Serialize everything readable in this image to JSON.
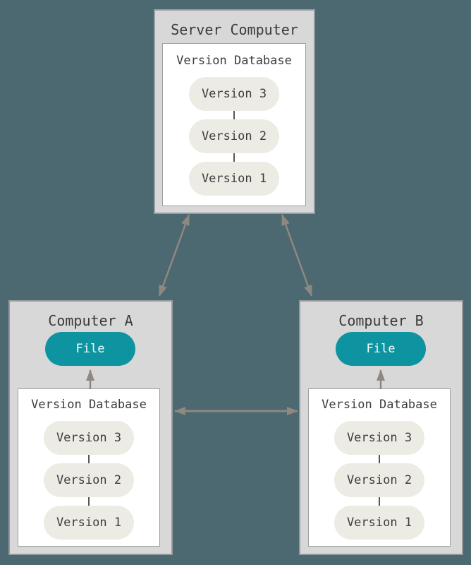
{
  "background_color": "#4c6870",
  "colors": {
    "machine_fill": "#d8d8d8",
    "machine_border": "#989b9e",
    "database_fill": "#ffffff",
    "database_border": "#9e9e9e",
    "version_pill_fill": "#ecece4",
    "file_pill_fill": "#0e94a0",
    "file_pill_text": "#fafafa",
    "text": "#3d3d3d",
    "arrow": "#8e8880"
  },
  "nodes": {
    "server": {
      "title": "Server Computer",
      "db_title": "Version Database",
      "versions": [
        "Version 3",
        "Version 2",
        "Version 1"
      ]
    },
    "computer_a": {
      "title": "Computer A",
      "file_label": "File",
      "db_title": "Version Database",
      "versions": [
        "Version 3",
        "Version 2",
        "Version 1"
      ]
    },
    "computer_b": {
      "title": "Computer B",
      "file_label": "File",
      "db_title": "Version Database",
      "versions": [
        "Version 3",
        "Version 2",
        "Version 1"
      ]
    }
  }
}
